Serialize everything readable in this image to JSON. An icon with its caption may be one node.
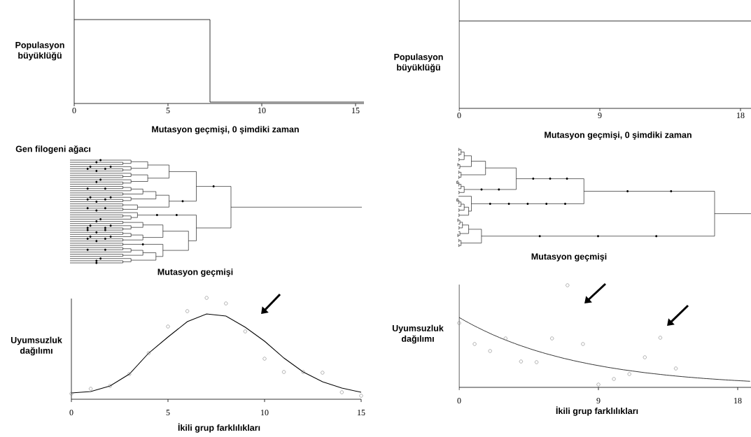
{
  "diagram": {
    "labels": [
      "Populasyon büyüklüğü",
      "0",
      "5",
      "10",
      "15",
      "Mutasyon geçmişi, 0 şimdiki zaman",
      "Populasyon büyüklüğü",
      "0",
      "9",
      "18",
      "Mutasyon geçmişi, 0 şimdiki zaman",
      "Gen filogeni ağacı",
      "Mutasyon geçmişi",
      "Mutasyon geçmişi",
      "Uyumsuzluk dağılımı",
      "0",
      "5",
      "10",
      "15",
      "İkili grup farklılıkları",
      "Uyumsuzluk dağılımı",
      "0",
      "9",
      "18",
      "İkili grup farklılıkları"
    ]
  }
}
